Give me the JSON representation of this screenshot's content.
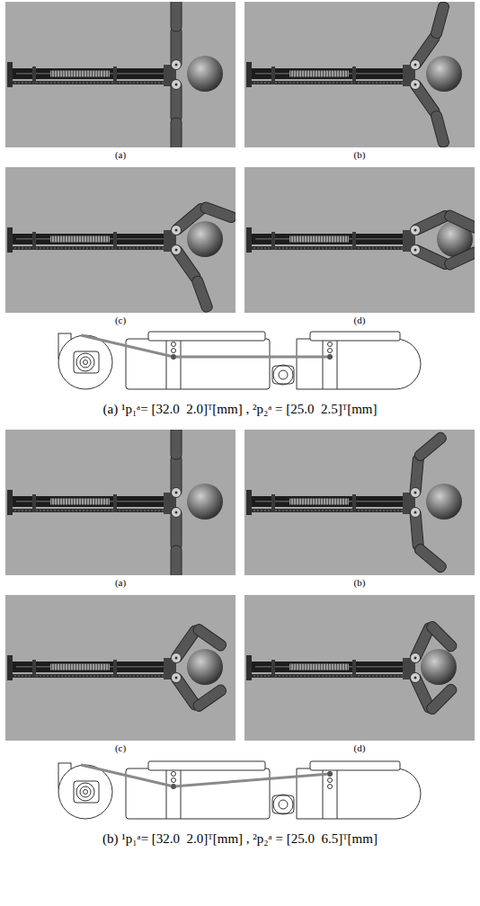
{
  "diagram": {
    "labels": [
      "(a)",
      "(b)",
      "(c)",
      "(d)",
      "(a) ¹p₁ᵃ= [32.0  2.0]ᵀ[mm] , ²p₂ᵃ = [25.0  2.5]ᵀ[mm]",
      "(a)",
      "(b)",
      "(c)",
      "(d)",
      "(b) ¹p₁ᵃ= [32.0  2.0]ᵀ[mm] , ²p₂ᵃ = [25.0  6.5]ᵀ[mm]"
    ]
  }
}
